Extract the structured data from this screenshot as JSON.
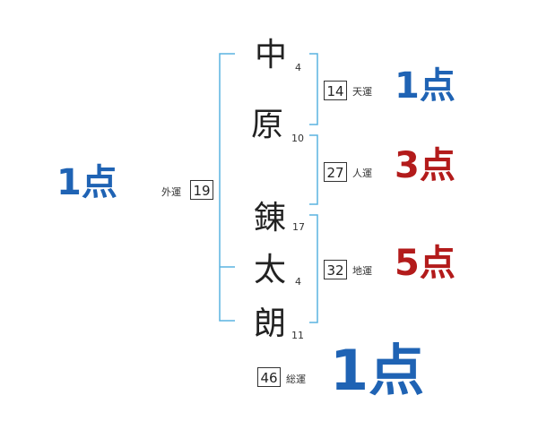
{
  "name_chars": [
    {
      "char": "中",
      "strokes": "4"
    },
    {
      "char": "原",
      "strokes": "10"
    },
    {
      "char": "錬",
      "strokes": "17"
    },
    {
      "char": "太",
      "strokes": "4"
    },
    {
      "char": "朗",
      "strokes": "11"
    }
  ],
  "fortunes": {
    "ten": {
      "label": "天運",
      "value": "14",
      "score": "1点",
      "color": "#1f63b4"
    },
    "jin": {
      "label": "人運",
      "value": "27",
      "score": "3点",
      "color": "#b31b1b"
    },
    "chi": {
      "label": "地運",
      "value": "32",
      "score": "5点",
      "color": "#b31b1b"
    },
    "gai": {
      "label": "外運",
      "value": "19",
      "score": "1点",
      "color": "#1f63b4"
    },
    "so": {
      "label": "総運",
      "value": "46",
      "score": "1点",
      "color": "#1f63b4"
    }
  },
  "colors": {
    "bracket": "#5ab4e0",
    "text": "#222222"
  }
}
